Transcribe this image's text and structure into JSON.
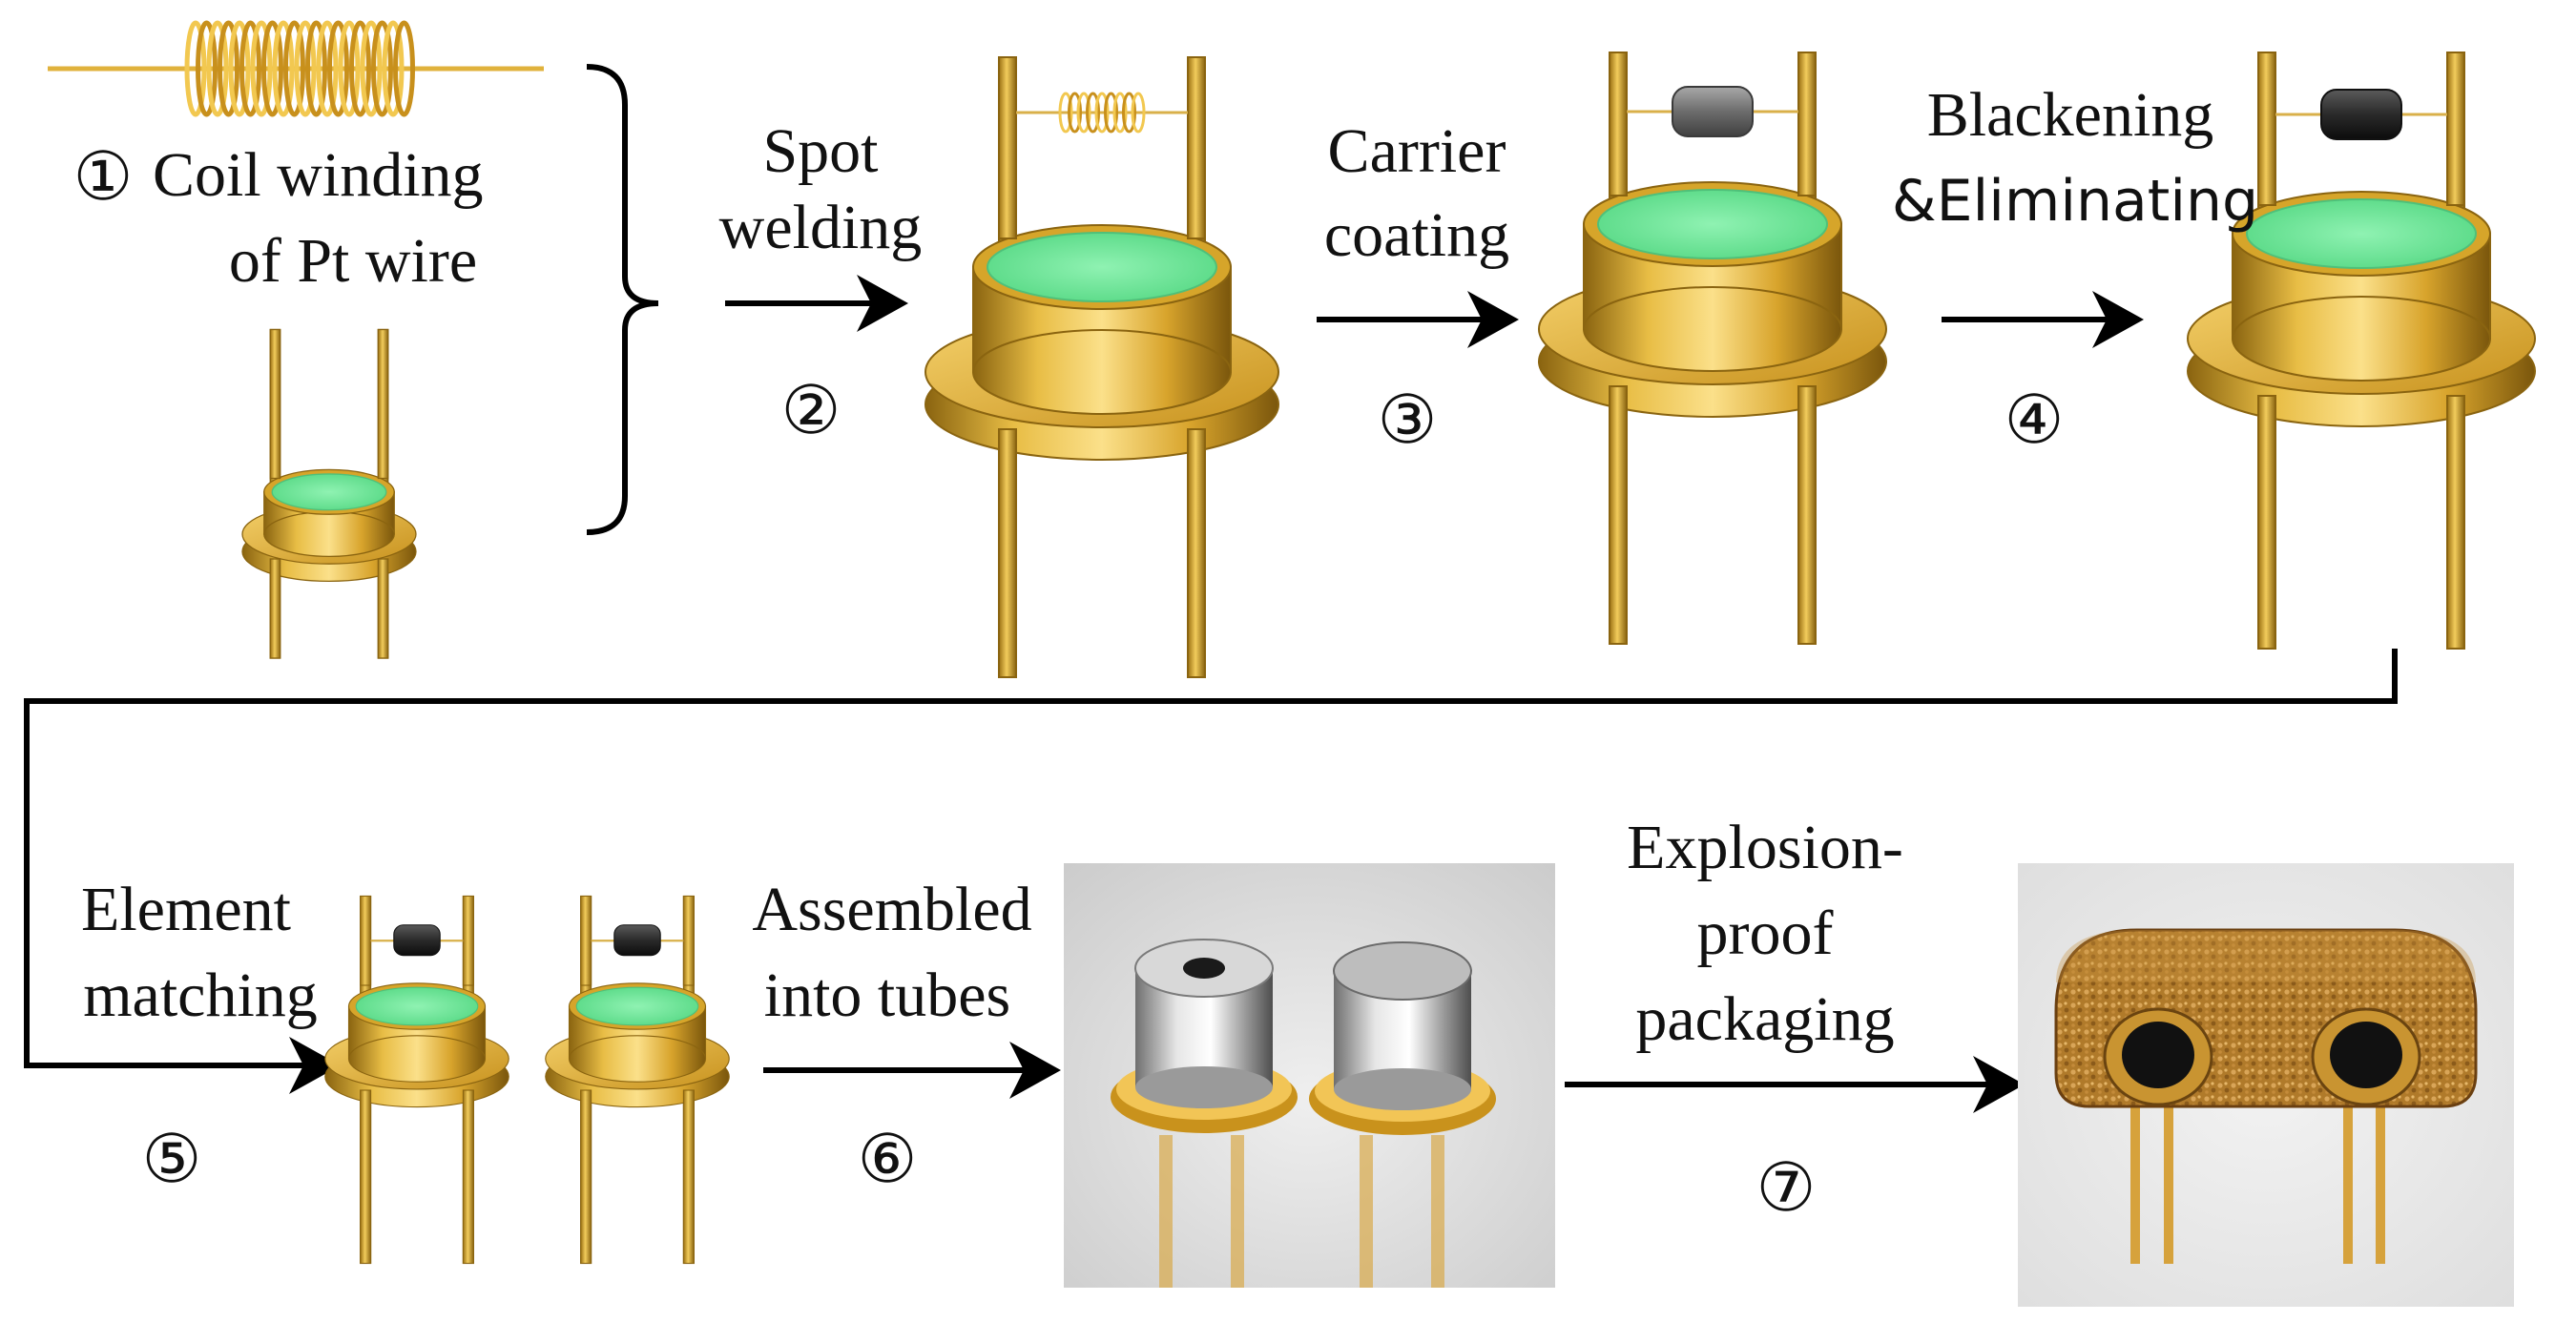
{
  "steps": {
    "s1": {
      "number": "①",
      "label_line1": "Coil winding",
      "label_line2": "of Pt wire"
    },
    "s2": {
      "number": "②",
      "label_line1": "Spot",
      "label_line2": "welding"
    },
    "s3": {
      "number": "③",
      "label_line1": "Carrier",
      "label_line2": "coating"
    },
    "s4": {
      "number": "④",
      "label_line1": "Blackening",
      "label_line2": "&Eliminating"
    },
    "s5": {
      "number": "⑤",
      "label_line1": "Element",
      "label_line2": "matching"
    },
    "s6": {
      "number": "⑥",
      "label_line1": "Assembled",
      "label_line2": "into tubes"
    },
    "s7": {
      "number": "⑦",
      "label_line1": "Explosion-",
      "label_line2": "proof",
      "label_line3": "packaging"
    }
  },
  "colors": {
    "gold": "#d4a02a",
    "gold_dark": "#8a6410",
    "green": "#6ee89a",
    "bead_gray": "#7c7c7c",
    "bead_black": "#2a2a2a",
    "photo_bg": "#e4e4e4",
    "arrow": "#000000"
  },
  "icons": {
    "coil": "pt-coil-icon",
    "element": "sensor-element-icon",
    "tube_photo": "metal-tube-photo",
    "package_photo": "explosion-proof-package-photo"
  }
}
